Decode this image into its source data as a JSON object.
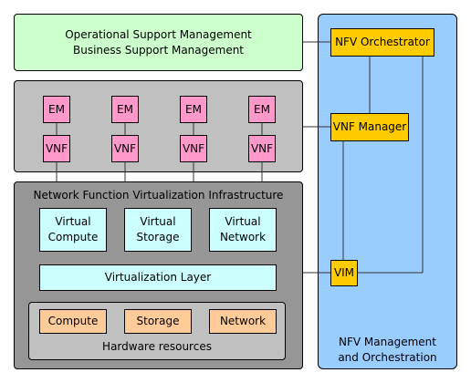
{
  "oss_bss": {
    "line1": "Operational Support Management",
    "line2": "Business Support Management"
  },
  "em_label": "EM",
  "vnf_label": "VNF",
  "nfvi": {
    "title": "Network Function Virtualization Infrastructure"
  },
  "virtual": {
    "compute": {
      "line1": "Virtual",
      "line2": "Compute"
    },
    "storage": {
      "line1": "Virtual",
      "line2": "Storage"
    },
    "network": {
      "line1": "Virtual",
      "line2": "Network"
    }
  },
  "virtualization_layer": "Virtualization Layer",
  "hardware": {
    "title": "Hardware resources",
    "compute": "Compute",
    "storage": "Storage",
    "network": "Network"
  },
  "mano": {
    "orchestrator": "NFV Orchestrator",
    "vnf_manager": "VNF Manager",
    "vim": "VIM",
    "title_line1": "NFV Management",
    "title_line2": "and Orchestration"
  },
  "colors": {
    "oss_fill": "#ccffcc",
    "mano_fill": "#99ccff",
    "vnf_group_fill": "#c0c0c0",
    "nfvi_fill": "#969696",
    "hw_fill": "#c0c0c0",
    "em_vnf_fill": "#ff99cc",
    "virtual_fill": "#ccffff",
    "hw_item_fill": "#ffcc99",
    "mano_item_fill": "#ffcc00"
  }
}
